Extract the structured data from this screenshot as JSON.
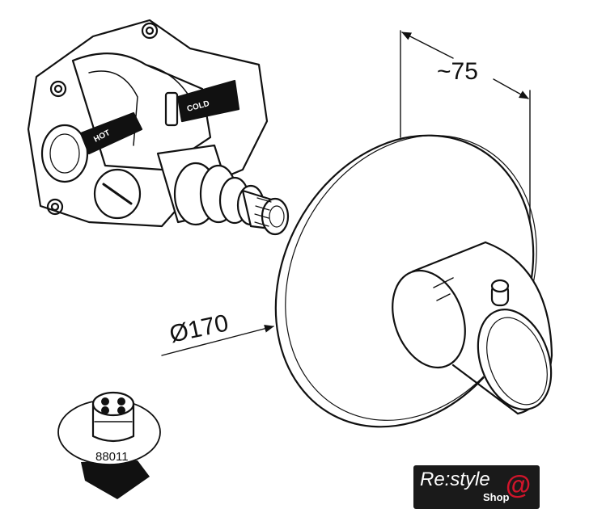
{
  "dimensions": {
    "depth_label": "~75",
    "diameter_label": "Ø170"
  },
  "part_number": "88011",
  "valve_labels": {
    "hot": "HOT",
    "cold": "COLD"
  },
  "logo": {
    "brand": "Re:style",
    "sub": "Shop",
    "accent_color": "#d0152b"
  }
}
